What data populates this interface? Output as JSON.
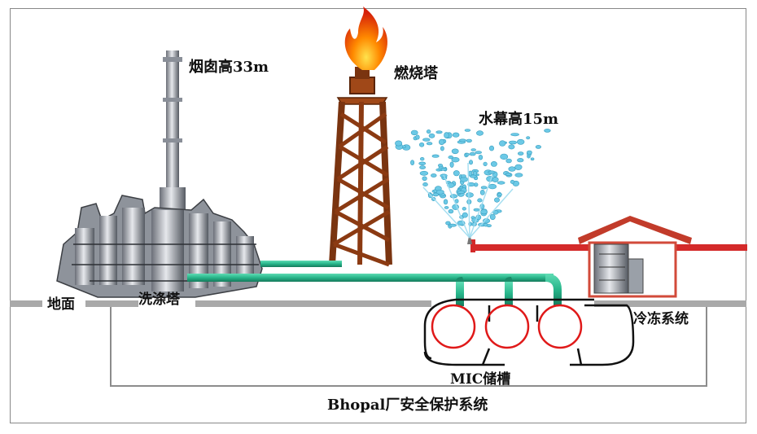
{
  "diagram": {
    "labels": {
      "chimney": "烟囱高33m",
      "flare_tower": "燃烧塔",
      "water_curtain": "水幕高15m",
      "ground": "地面",
      "scrubber": "洗涤塔",
      "refrigeration": "冷冻系统",
      "mic_tank": "MIC储槽",
      "caption": "Bhopal厂安全保护系统"
    },
    "colors": {
      "pipe_green": "#27b58a",
      "pipe_green_dark": "#1a8a68",
      "red_line": "#d42a2a",
      "tank_red": "#e01919",
      "ground_gray": "#a9a9a9",
      "flare_tower_brown": "#8b3a12",
      "flame_orange": "#ff6a00",
      "water_blue": "#6cc9e6"
    },
    "icons": {
      "chimney": "industrial-chimney-icon",
      "flare": "flame-icon",
      "spray": "water-spray-icon",
      "house": "refrigeration-house-icon"
    }
  }
}
